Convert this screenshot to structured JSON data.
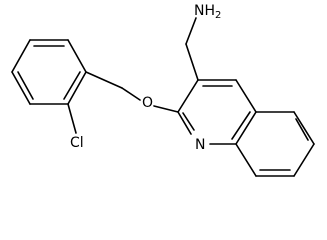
{
  "molecule": {
    "atom_labels": {
      "amine": "NH",
      "amine_subscript": "2",
      "oxygen": "O",
      "nitrogen": "N",
      "chlorine": "Cl"
    },
    "colors": {
      "bond": "#000000",
      "label": "#000000",
      "background": "#ffffff"
    }
  }
}
